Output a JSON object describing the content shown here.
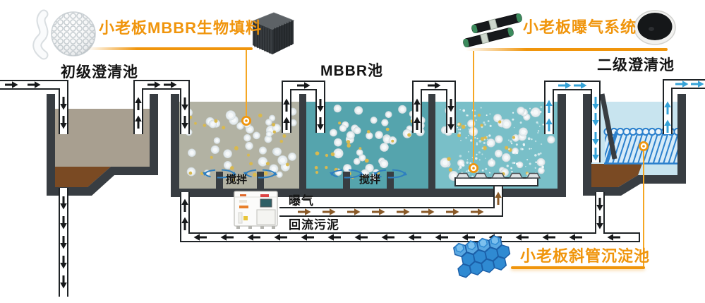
{
  "tanks": {
    "primary_clarifier": {
      "label": "初级澄清池"
    },
    "mbbr_tank": {
      "label": "MBBR池"
    },
    "secondary_clarifier": {
      "label": "二级澄清池"
    }
  },
  "annotations": {
    "mixer_anoxic": "搅拌",
    "mixer_aerobic": "搅拌",
    "aeration_pipe": "曝气",
    "return_sludge_pipe": "回流污泥"
  },
  "callouts": {
    "mbbr_media": {
      "label": "小老板MBBR生物填料"
    },
    "aeration_system": {
      "label": "小老板曝气系统"
    },
    "tube_settler": {
      "label": "小老板斜管沉淀池"
    }
  },
  "colors": {
    "accent_orange": "#f0950c",
    "wall_dark": "#383d42",
    "primary_water": "#a89f90",
    "sludge_brown": "#7a4a23",
    "anoxic_water": "#b2b2a3",
    "aerobic_water": "#55a4ad",
    "aerated_mbbr_water": "#79bfc8",
    "clarified_water": "#c8e4ef",
    "settler_blue": "#2b80cd",
    "flow_black": "#16181a",
    "flow_blue": "#35a3d8",
    "air_brown": "#8a5a28",
    "mixer_arrow_blue": "#2e7fc0",
    "media_dot_yellow": "#d9b94e"
  }
}
